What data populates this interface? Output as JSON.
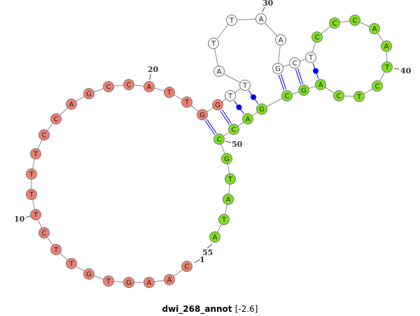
{
  "title": {
    "name": "dwi_268_annot",
    "score": "[-2.6]"
  },
  "sequence": [
    "C",
    "A",
    "A",
    "G",
    "T",
    "G",
    "T",
    "T",
    "C",
    "T",
    "T",
    "T",
    "T",
    "C",
    "C",
    "A",
    "G",
    "C",
    "C",
    "A",
    "T",
    "T",
    "G",
    "G",
    "T",
    "T",
    "A",
    "T",
    "T",
    "A",
    "A",
    "G",
    "C",
    "T",
    "C",
    "C",
    "C",
    "A",
    "A",
    "T",
    "C",
    "T",
    "C",
    "A",
    "G",
    "C",
    "G",
    "A",
    "C",
    "C",
    "G",
    "T",
    "A",
    "T",
    "A"
  ],
  "regions": [
    {
      "from": 1,
      "to": 24,
      "color": "#f08070"
    },
    {
      "from": 25,
      "to": 34,
      "color": "#f8f8f8"
    },
    {
      "from": 35,
      "to": 55,
      "color": "#80e020"
    }
  ],
  "pairs": [
    {
      "i": 23,
      "j": 50,
      "type": "canonical"
    },
    {
      "i": 24,
      "j": 49,
      "type": "canonical"
    },
    {
      "i": 25,
      "j": 48,
      "type": "wobble"
    },
    {
      "i": 26,
      "j": 47,
      "type": "wobble"
    },
    {
      "i": 32,
      "j": 46,
      "type": "canonical"
    },
    {
      "i": 33,
      "j": 45,
      "type": "canonical"
    },
    {
      "i": 34,
      "j": 44,
      "type": "wobble"
    }
  ],
  "number_labels": [
    "1",
    "10",
    "20",
    "30",
    "40",
    "50",
    "55"
  ],
  "colors": {
    "pair": "#0000ee",
    "backbone": "#888888",
    "outline": "#777777"
  }
}
